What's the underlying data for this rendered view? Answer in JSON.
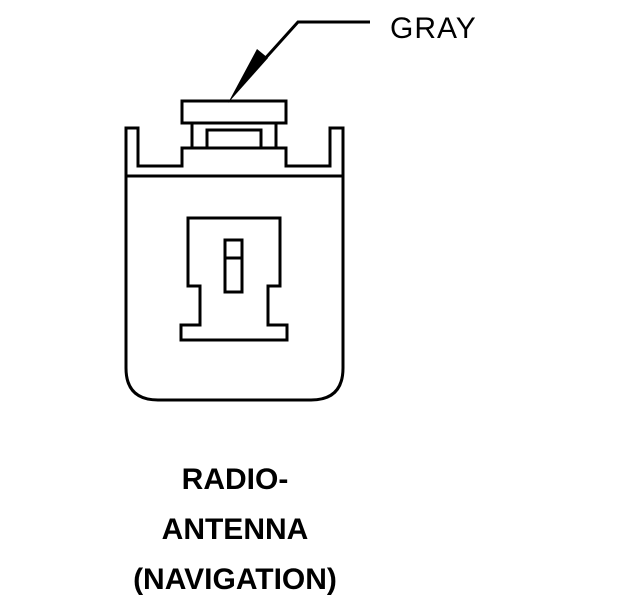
{
  "connector": {
    "wire_color_label": "GRAY",
    "caption_lines": [
      "RADIO-",
      "ANTENNA",
      "(NAVIGATION)"
    ]
  },
  "colors": {
    "line": "#000000",
    "background": "#ffffff"
  },
  "icons": {
    "callout_arrow": "arrow-pointer-icon"
  }
}
